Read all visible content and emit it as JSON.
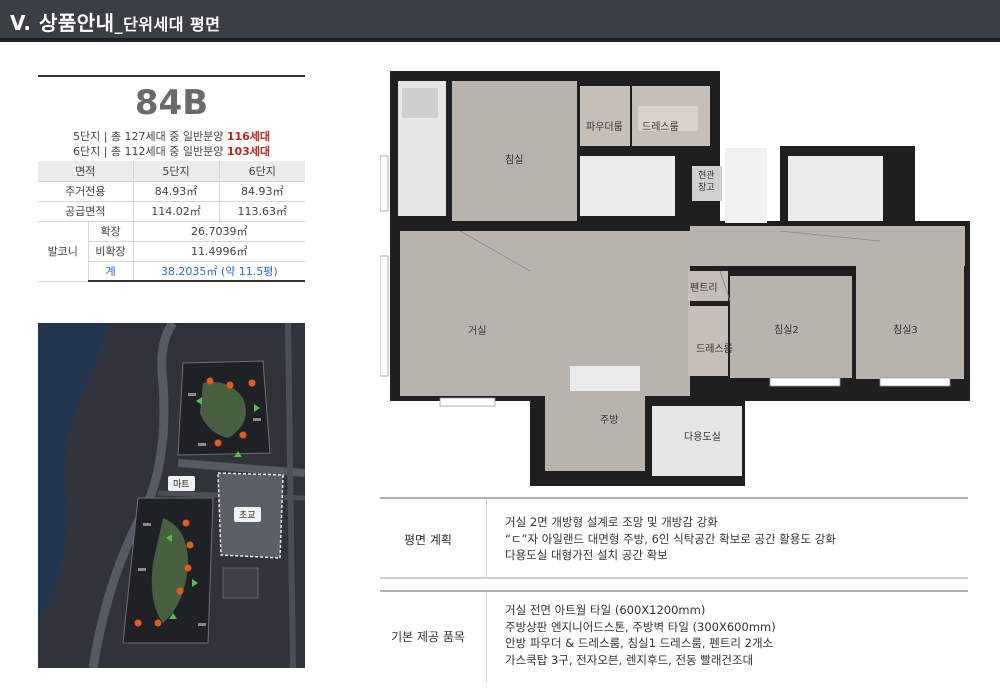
{
  "header": {
    "title": "V. 상품안내",
    "subtitle": "_단위세대 평면"
  },
  "spec": {
    "model": "84B",
    "units": [
      {
        "prefix": "5단지 | 총 127세대 중 일반분양 ",
        "highlight": "116세대"
      },
      {
        "prefix": "6단지 | 총 112세대 중 일반분양 ",
        "highlight": "103세대"
      }
    ],
    "table": {
      "head": [
        "면적",
        "5단지",
        "6단지"
      ],
      "rows": [
        {
          "label": "주거전용",
          "v5": "84.93㎡",
          "v6": "84.93㎡"
        },
        {
          "label": "공급면적",
          "v5": "114.02㎡",
          "v6": "113.63㎡"
        }
      ],
      "balcony": {
        "label": "발코니",
        "items": [
          {
            "label": "확장",
            "value": "26.7039㎡"
          },
          {
            "label": "비확장",
            "value": "11.4996㎡"
          },
          {
            "label": "계",
            "value": "38.2035㎡ (약 11.5평)"
          }
        ]
      }
    }
  },
  "sitemap": {
    "labels": {
      "mart": "마트",
      "school": "초교"
    }
  },
  "plan": {
    "rooms": {
      "powder": "파우더룸",
      "dress": "드레스룸",
      "bedroom1": "침실",
      "entrance_line1": "현관",
      "entrance_line2": "창고",
      "living": "거실",
      "pantry": "펜트리",
      "dress2": "드레스룸",
      "bedroom2": "침실2",
      "bedroom3": "침실3",
      "kitchen": "주방",
      "utility": "다용도실"
    }
  },
  "info": {
    "plan_label": "평면 계획",
    "plan_lines": [
      "거실 2면 개방형 설계로 조망 및 개방감 강화",
      "“ㄷ”자 아일랜드 대면형 주방, 6인 식탁공간 확보로 공간 활용도 강화",
      "다용도실 대형가전 설치 공간 확보"
    ],
    "basic_label": "기본 제공 품목",
    "basic_lines": [
      "거실 전면 아트월 타일 (600X1200mm)",
      "주방상판 엔지니어드스톤, 주방벽 타일 (300X600mm)",
      "안방 파우더 & 드레스룸, 침실1 드레스룸, 펜트리 2개소",
      "가스쿡탑 3구, 전자오븐, 렌지후드, 전동 빨래건조대"
    ]
  }
}
